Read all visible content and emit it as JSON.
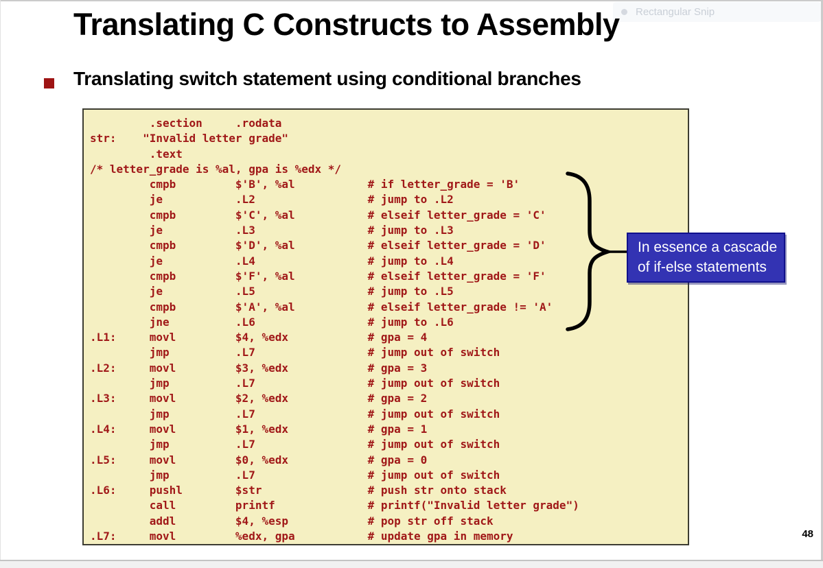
{
  "slide": {
    "title": "Translating C Constructs to Assembly",
    "bullet_text": "Translating switch statement using conditional branches",
    "page_number": "48"
  },
  "snip_overlay": {
    "label": "Rectangular Snip"
  },
  "callout": {
    "line1": "In essence a cascade",
    "line2": "of if-else statements",
    "fill_color": "#3333B3",
    "border_color": "#10108C",
    "text_color": "#FFFFFF"
  },
  "code": {
    "text_color": "#A01818",
    "background_color": "#F5F0C2",
    "border_color": "#3C3C32",
    "lines": [
      "         .section     .rodata",
      "str:    \"Invalid letter grade\"",
      "         .text",
      "/* letter_grade is %al, gpa is %edx */",
      "         cmpb         $'B', %al           # if letter_grade = 'B'",
      "         je           .L2                 # jump to .L2",
      "         cmpb         $'C', %al           # elseif letter_grade = 'C'",
      "         je           .L3                 # jump to .L3",
      "         cmpb         $'D', %al           # elseif letter_grade = 'D'",
      "         je           .L4                 # jump to .L4",
      "         cmpb         $'F', %al           # elseif letter_grade = 'F'",
      "         je           .L5                 # jump to .L5",
      "         cmpb         $'A', %al           # elseif letter_grade != 'A'",
      "         jne          .L6                 # jump to .L6",
      ".L1:     movl         $4, %edx            # gpa = 4",
      "         jmp          .L7                 # jump out of switch",
      ".L2:     movl         $3, %edx            # gpa = 3",
      "         jmp          .L7                 # jump out of switch",
      ".L3:     movl         $2, %edx            # gpa = 2",
      "         jmp          .L7                 # jump out of switch",
      ".L4:     movl         $1, %edx            # gpa = 1",
      "         jmp          .L7                 # jump out of switch",
      ".L5:     movl         $0, %edx            # gpa = 0",
      "         jmp          .L7                 # jump out of switch",
      ".L6:     pushl        $str                # push str onto stack",
      "         call         printf              # printf(\"Invalid letter grade\")",
      "         addl         $4, %esp            # pop str off stack",
      ".L7:     movl         %edx, gpa           # update gpa in memory"
    ]
  }
}
